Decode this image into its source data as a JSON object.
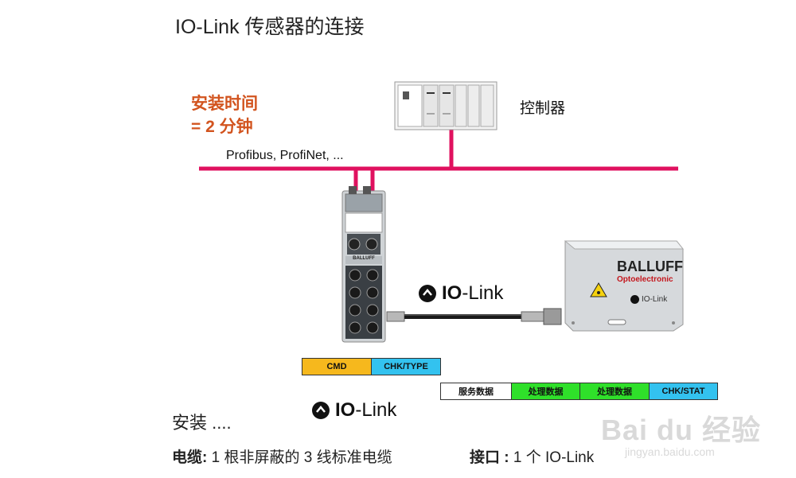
{
  "title": "IO-Link 传感器的连接",
  "install_time": {
    "line1": "安装时间",
    "line2": "= 2 分钟"
  },
  "bus_label": "Profibus, ProfiNet, ...",
  "controller_label": "控制器",
  "module_brand": "BALLUFF",
  "sensor": {
    "brand": "BALLUFF",
    "sub": "Optoelectronic",
    "logo_text": "IO-Link"
  },
  "iolink_logo": {
    "io": "IO",
    "link": "-Link"
  },
  "frame_top": [
    {
      "label": "CMD",
      "color": "#f6b81d"
    },
    {
      "label": "CHK/TYPE",
      "color": "#33c2ef"
    }
  ],
  "frame_bottom": [
    {
      "label": "服务数据",
      "color": "#ffffff"
    },
    {
      "label": "处理数据",
      "color": "#2fe02a"
    },
    {
      "label": "处理数据",
      "color": "#2fe02a"
    },
    {
      "label": "CHK/STAT",
      "color": "#33c2ef"
    }
  ],
  "install_text": "安装  ....",
  "cable": {
    "label": "电缆:",
    "text": " 1 根非屏蔽的 3 线标准电缆"
  },
  "port": {
    "label": "接口 :",
    "text": " 1 个 IO-Link"
  },
  "watermark": {
    "main": "Bai du 经验",
    "sub": "jingyan.baidu.com"
  },
  "colors": {
    "bus": "#e0115f",
    "accent": "#d2541f"
  }
}
